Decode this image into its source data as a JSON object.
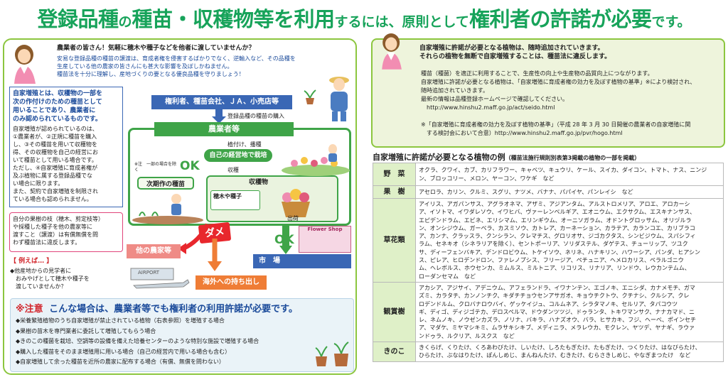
{
  "title": {
    "part1": "登録品種",
    "part2": "の",
    "part3": "種苗・収穫物等を利用",
    "part4": "するには、",
    "part5": "原則として",
    "part6": "権利者の許諾が必要",
    "part7": "です。"
  },
  "left": {
    "intro_heading": "農業者の皆さん！気軽に穂木や種子などを他者に渡していませんか？",
    "intro_text": [
      "安易な登録品種の種苗の譲渡は、育成者権を侵害するばかりでなく、逆輸入など、その品種を",
      "生産している他の農家の皆さんにも甚大な影響を及ぼしかねません。",
      "種苗法を十分に理解し、産地づくりの要となる優良品種を守りましょう！"
    ],
    "self_propagation_heading": [
      "自家増殖とは、収穫物の一部を",
      "次の作付けのための種苗として",
      "用いることであり、農業者に",
      "のみ認められているものです。"
    ],
    "self_propagation_text": [
      "自家増殖が認められているのは、",
      "①農業者が、②正規に種苗を購入",
      "し、③その種苗を用いて収穫物を",
      "得、その収穫物を自己の経営にお",
      "いて種苗として用いる場合です。",
      "ただし、④自家増殖に育成者権が",
      "及ぶ植物に属する登録品種でな",
      "い場合に限ります。",
      "また、契約で自家増殖を制限され",
      "ている場合も認められません。"
    ],
    "note_box": [
      "自分の果樹の枝（穂木、剪定枝等）",
      "や採種した種子を他の農家等に",
      "渡すこと（譲渡）は有償無償を問",
      "わず種苗法に違反します。"
    ],
    "example_heading": "【 例えば… 】",
    "example_text": [
      "◆他産地からの見学者に",
      "　おみやげとして穂木や種子を",
      "　渡していませんか？"
    ],
    "flow": {
      "seller": "権利者、種苗会社、ＪＡ、小売店等",
      "purchase": "登録品種の種苗の購入",
      "farmer": "農業者等",
      "planting": "植付け、播種",
      "own_cultivation": "自己の経営地で栽培",
      "harvest": "収穫",
      "harvest_box": "収穫物",
      "scions": "穂木や種子",
      "next_seed": "次期作の種苗",
      "ok1": "OK",
      "ok2": "OK",
      "note_small": "※注　一部の場合を除く",
      "shipping": "出荷",
      "dame": "ダメ",
      "other_farmer": "他の農家等",
      "market": "市　場",
      "overseas": "海外への持ち出し",
      "airport": "AIRPORT",
      "flower_shop": "Flower Shop"
    },
    "caution_label": "※注意",
    "caution_heading": "こんな場合は、農業者等でも権利者の利用許諾が必要です。",
    "caution_items": [
      "◆栄養繁殖植物のうち自家増殖が禁止されている植物（右表参照）を増殖する場合",
      "◆果樹の苗木を専門業者に委託して増殖してもらう場合",
      "◆きのこの種菌を栽培、空調等の設備を備えた培養センターのような特別な施設で増殖する場合",
      "◆購入した種苗をそのまま増殖用に用いる場合（自己の経営内で用いる場合も含む）",
      "◆自家増殖して余った種苗を近所の農家に配布する場合（有償、無償を問わない）"
    ]
  },
  "right": {
    "heading": [
      "自家増殖に許諾が必要となる植物は、随時追加されていきます。",
      "それらの植物を無断で自家増殖することは、種苗法に違反します。"
    ],
    "body": [
      "種苗（種菌）を適正に利用することで、生産性の向上や生産物の品質向上につながります。",
      "自家増殖に許諾が必要となる植物は、「自家増殖に育成者権の効力を及ぼす植物の基準」※により検討され、",
      "随時追加されていきます。",
      "最新の情報は品種登録ホームページで確認してください。",
      "　http://www.hinshu2.maff.go.jp/act/seido.html"
    ],
    "footnote": [
      "※「自家増殖に育成者権の効力を及ぼす植物の基準」（平成 28 年 3 月 30 日開催の農業者の自家増殖に関",
      "　する検討会において合意）http://www.hinshu2.maff.go.jp/pvr/hogo.html"
    ],
    "table_title": "自家増殖に許諾が必要となる植物の例",
    "table_subtitle": "（種苗法施行規則別表第3掲載の植物の一部を掲載）",
    "table_rows": [
      {
        "category": "野　菜",
        "lines": [
          "オクラ、クワイ、カブ、カリフラワー、キャベツ、キュウリ、ケール、スイカ、ダイコン、トマト、ナス、ニンジ",
          "ン、ブロッコリー、メロン、ヤーコン、ワケギ　など"
        ]
      },
      {
        "category": "果　樹",
        "lines": [
          "アセロラ、カリン、クルミ、スグリ、ナツメ、バナナ、パパイヤ、パンレイシ　など"
        ]
      },
      {
        "category": "草花類",
        "lines": [
          "アイリス、アガパンサス、アグラオネマ、アザミ、アジアンタム、アルストロメリア、アロエ、アロカーシ",
          "ア、イソトマ、イワダレソウ、イワヒバ、ヴァーレンベルギア、エオニウム、エクサクム、エスキナンサス、",
          "エピデンドラム、エビネ、エリシマム、エリンギウム、オーニソガラム、オドントグロッサム、オリヅルラ",
          "ン、オンシジウム、ガーベラ、カスミソウ、カトレア、カーネーション、カラテア、カランコエ、カリブラコ",
          "ア、カンナ、クラッスラ、クンシラン、クレマチス、グロリオサ、ジゴカクタス、シンビジウム、スパシフィ",
          "ラム、セネキオ（シネラリアを除く）、セントポーリア、ソリダステル、ダゲテス、チューリップ、ツユク",
          "サ、ディーフェンバキア、デンドロビウム、トケイソウ、ネリネ、ハナキリン、ハワーシア、パンダ、ヒアシン",
          "ス、ピレア、ヒロデンドロン、ファレノプシス、フリージア、ペチュニア、ヘメロカリス、ペラルゴニウ",
          "ム、ヘレボルス、ホウセンカ、ミムルス、ミルトニア、リコリス、リナリア、リンドウ、レウカンテムム、",
          "ローダンセマム　など"
        ]
      },
      {
        "category": "観賞樹",
        "lines": [
          "アカシア、アジサイ、アデニウム、アフェランドラ、イワナンテン、エゴノキ、エニシダ、カナメモチ、ガマ",
          "ズミ、カラタチ、カンノンチク、キダチチョウセンアサガオ、キョウチクトウ、クチナシ、クルシア、クレ",
          "ロデンドルム、クロバナロウバイ、ゲッケイジュ、コルムネア、シラタマノキ、セルリア、タパコウツ",
          "ギ、ディゴ、ディジゴテカ、デロスペルマ、ドウダンツツジ、ドゥランタ、トキワマンサク、ナナカマド、ニ",
          "レ、ネムノキ、ノウゼンカズラ、ノリナ、バキラ、ハナズオウ、バラ、ヒサカキ、フジ、ヘーベ、ポインセチ",
          "ア、マダケ、ミヤマシキミ、ムラサキシキブ、メディニラ、メラレウカ、モクレン、ヤツデ、ヤナギ、ラウァ",
          "ンドゥラ、ルクリア、ルスクス　など"
        ]
      },
      {
        "category": "きのこ",
        "lines": [
          "きくらげ、くりたけ、くろあわびたけ、しいたけ、しろたもぎたけ、たもぎたけ、つくりたけ、はなびらたけ、",
          "ひらたけ、ぶなはりたけ、ぽんしめじ、まんねんたけ、むきたけ、むらさきしめじ、やなぎまつたけ　など"
        ]
      }
    ]
  },
  "colors": {
    "title_green": "#17a35a",
    "panel_border": "#8cc63f",
    "navy": "#3a67b5",
    "flow_green": "#3fa448",
    "orange": "#ef7d36",
    "red": "#d2262c",
    "cat_bg": "#dff0c8"
  }
}
